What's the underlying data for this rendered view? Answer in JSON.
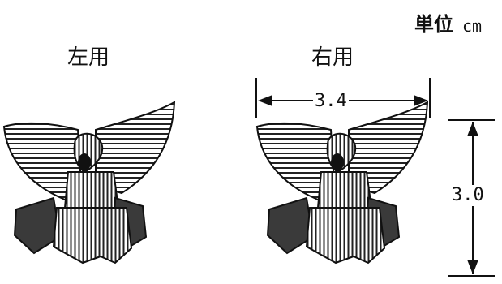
{
  "unit": {
    "label": "単位",
    "value": "cm"
  },
  "left_label": "左用",
  "right_label": "右用",
  "dimensions": {
    "width": "3.4",
    "height": "3.0"
  },
  "icons": {
    "left_figure": "eagle-emblem-icon",
    "right_figure": "eagle-emblem-icon"
  }
}
